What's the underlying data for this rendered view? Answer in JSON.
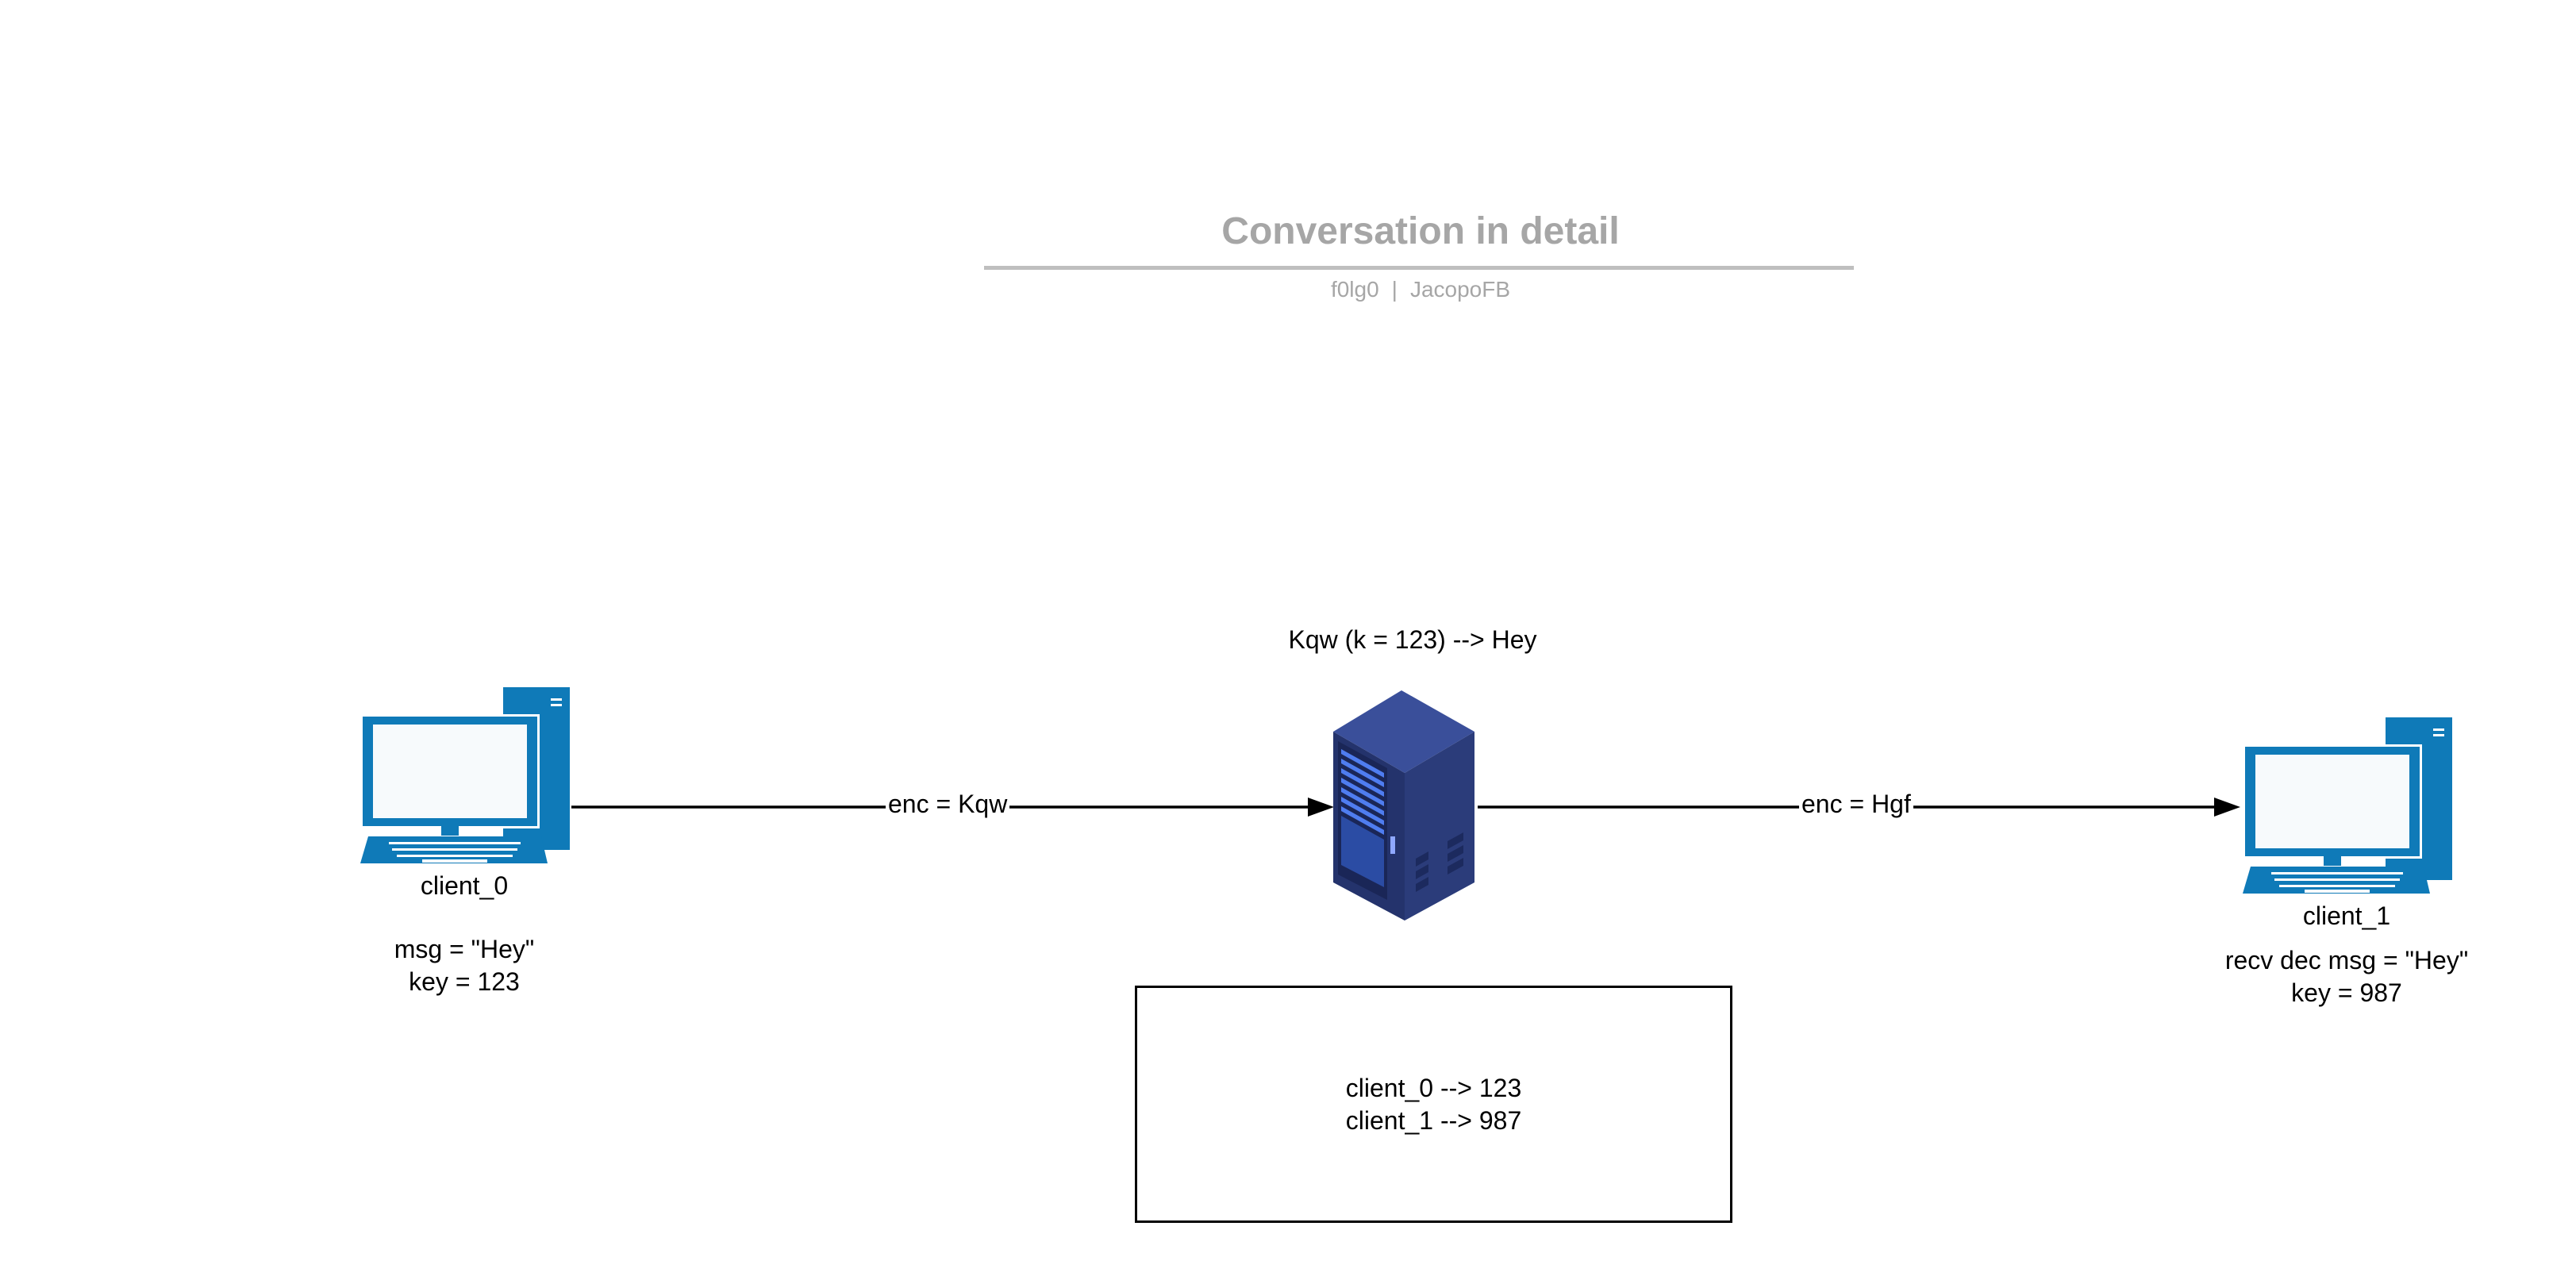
{
  "header": {
    "title": "Conversation in detail",
    "author_1": "f0lg0",
    "separator": "|",
    "author_2": "JacopoFB"
  },
  "nodes": {
    "client_0": {
      "name": "client_0",
      "detail_line_1": "msg = \"Hey\"",
      "detail_line_2": "key = 123",
      "icon": "desktop-computer-icon"
    },
    "server": {
      "note": "Kqw (k = 123) --> Hey",
      "icon": "server-rack-icon"
    },
    "client_1": {
      "name": "client_1",
      "detail_line_1": "recv dec msg = \"Hey\"",
      "detail_line_2": "key = 987",
      "icon": "desktop-computer-icon"
    }
  },
  "edges": {
    "client0_to_server": {
      "label": "enc = Kqw"
    },
    "server_to_client1": {
      "label": "enc = Hgf"
    }
  },
  "key_table": {
    "row_1": "client_0 --> 123",
    "row_2": "client_1 --> 987"
  },
  "colors": {
    "computer_blue": "#0f7ab8",
    "server_navy": "#2d3f80",
    "server_light": "#4a74e8",
    "title_gray": "#a6a6a6",
    "rule_gray": "#bfbfbf"
  }
}
